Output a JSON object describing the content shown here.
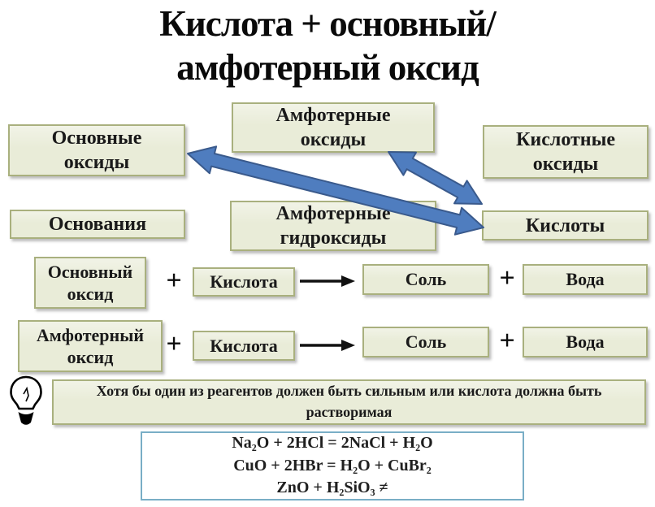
{
  "colors": {
    "box_fill": "#e9ecd8",
    "box_border": "#a9b07e",
    "arrow_fill": "#4f7dbf",
    "arrow_stroke": "#3a5a8c",
    "equation_border": "#79aec6",
    "text": "#1a1a1a"
  },
  "title": {
    "line1": "Кислота + основный/",
    "line2": "амфотерный оксид"
  },
  "class_boxes": {
    "basic_oxides": "Основные\nоксиды",
    "amphoteric_oxides": "Амфотерные\nоксиды",
    "acidic_oxides": "Кислотные\nоксиды",
    "bases": "Основания",
    "amphoteric_hydroxides": "Амфотерные\nгидроксиды",
    "acids": "Кислоты"
  },
  "reactions": [
    {
      "reactant1": "Основный\nоксид",
      "plus1": "+",
      "reactant2": "Кислота",
      "product1": "Соль",
      "plus2": "+",
      "product2": "Вода"
    },
    {
      "reactant1": "Амфотерный\nоксид",
      "plus1": "+",
      "reactant2": "Кислота",
      "product1": "Соль",
      "plus2": "+",
      "product2": "Вода"
    }
  ],
  "note": {
    "text": "Хотя бы один из реагентов должен быть сильным или кислота должна быть растворимая"
  },
  "equations": {
    "lines": [
      "Na₂O + 2HCl = 2NaCl + H₂O",
      "CuO + 2HBr = H₂O + CuBr₂",
      "ZnO + H₂SiO₃ ≠"
    ]
  },
  "icons": {
    "lightbulb": "lightbulb-icon",
    "reaction_arrow": "reaction-arrow-icon",
    "double_arrow": "double-headed-arrow-icon"
  }
}
